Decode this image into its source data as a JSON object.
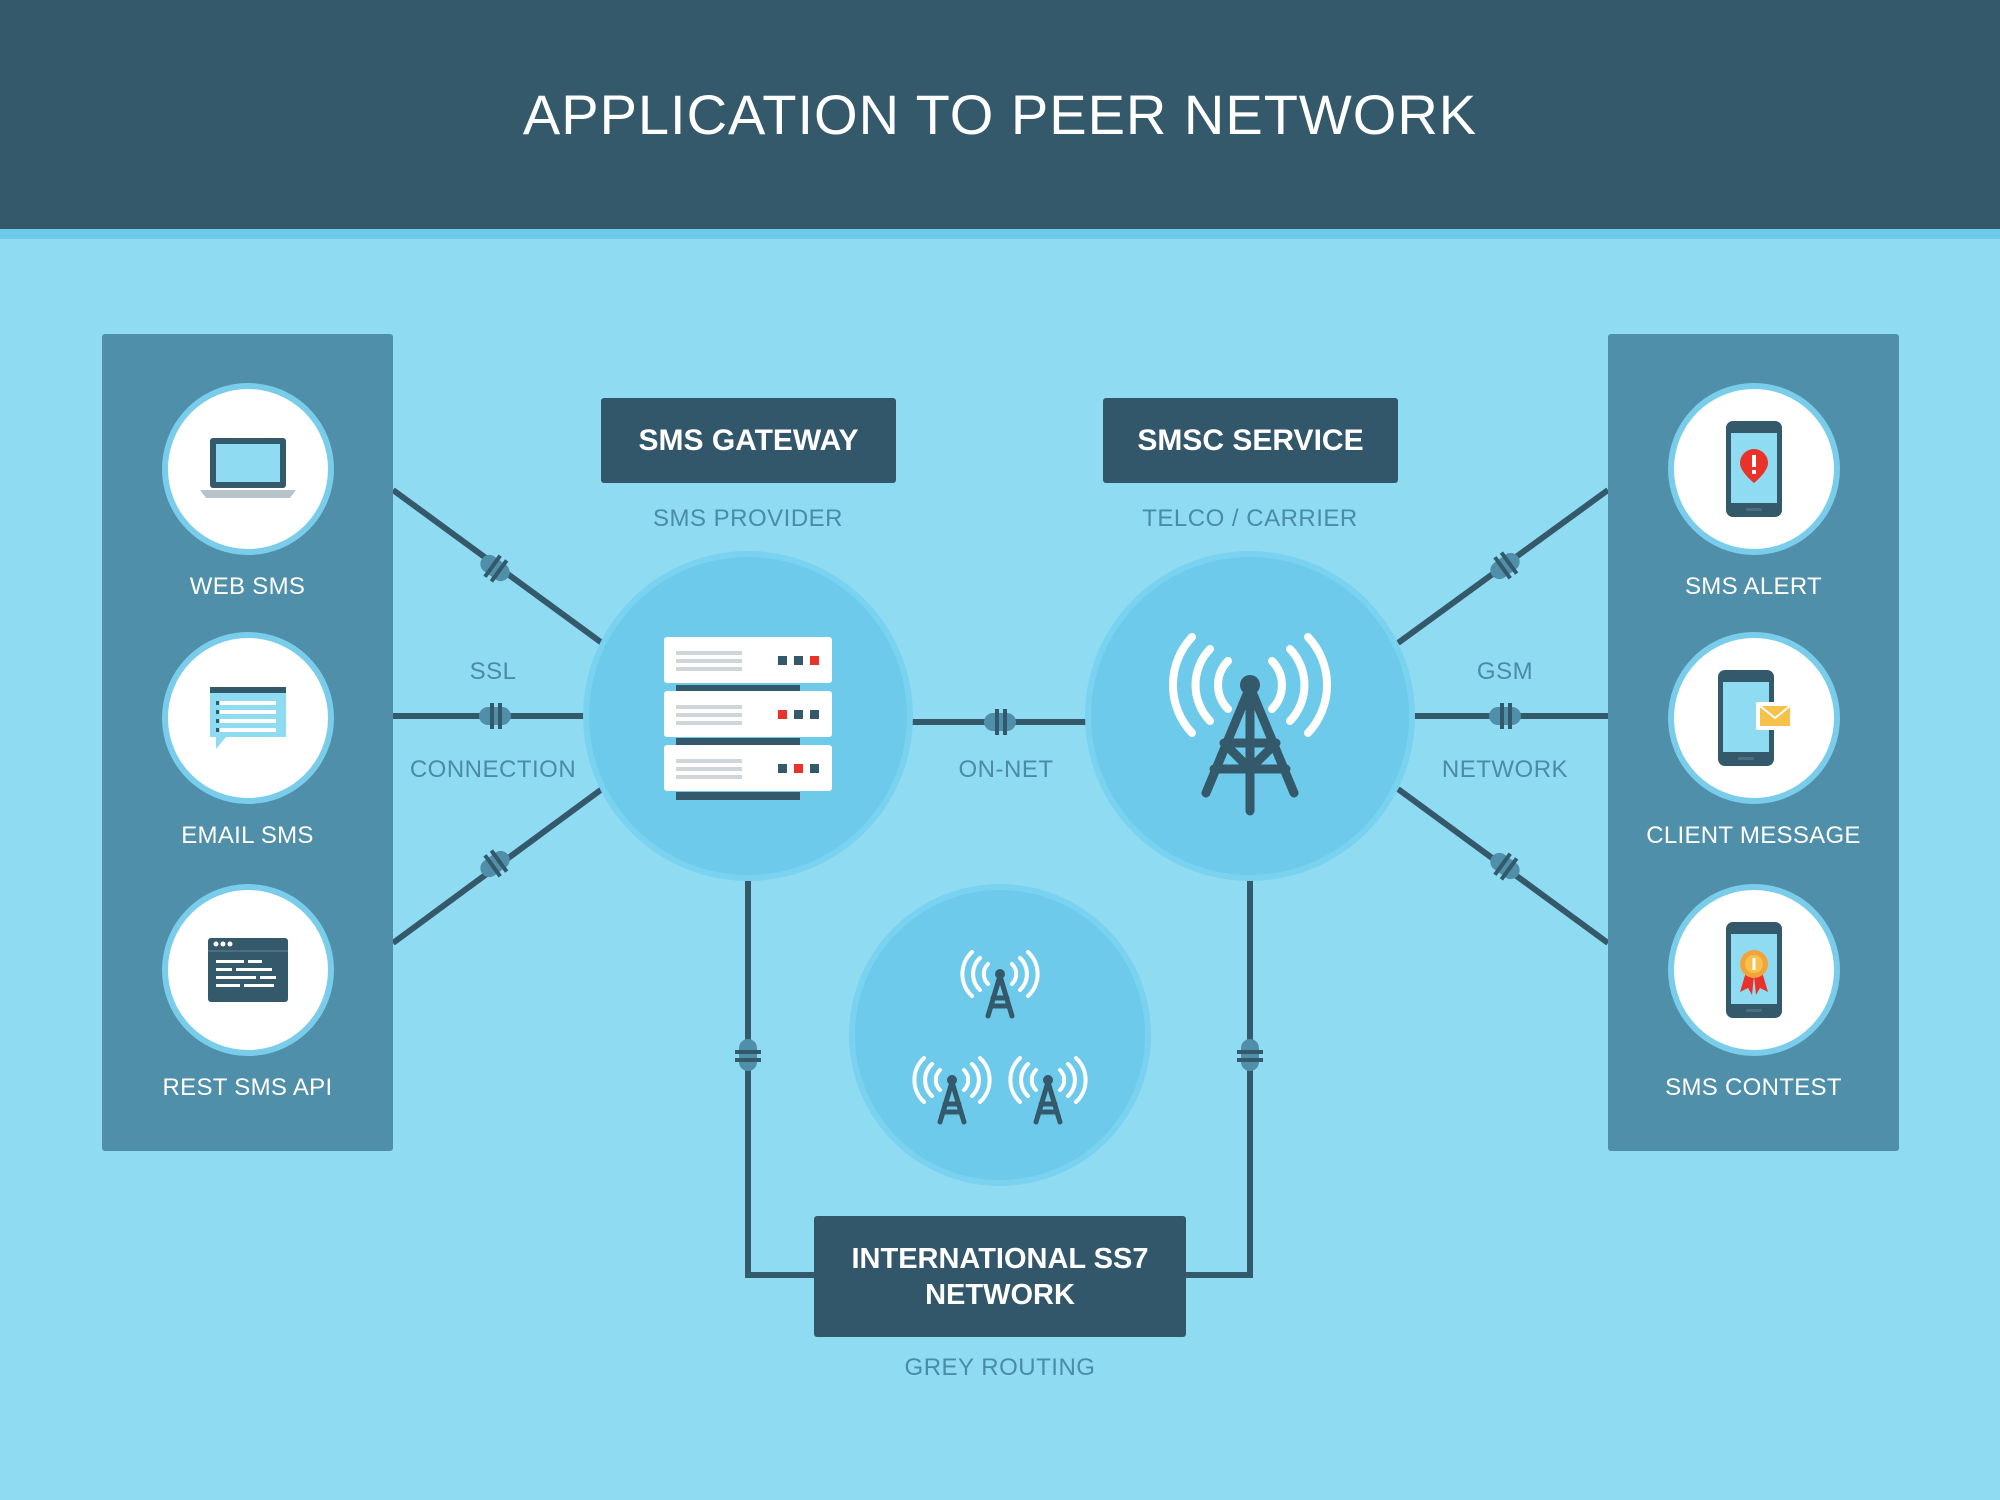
{
  "title": "APPLICATION TO PEER NETWORK",
  "left_panel": {
    "items": [
      {
        "label": "WEB SMS",
        "icon": "laptop-icon"
      },
      {
        "label": "EMAIL SMS",
        "icon": "chat-bubble-icon"
      },
      {
        "label": "REST SMS API",
        "icon": "browser-window-icon"
      }
    ]
  },
  "right_panel": {
    "items": [
      {
        "label": "SMS ALERT",
        "icon": "phone-alert-icon"
      },
      {
        "label": "CLIENT MESSAGE",
        "icon": "phone-message-icon"
      },
      {
        "label": "SMS CONTEST",
        "icon": "phone-award-icon"
      }
    ]
  },
  "gateway": {
    "title": "SMS GATEWAY",
    "subtitle": "SMS PROVIDER",
    "icon": "server-rack-icon"
  },
  "smsc": {
    "title": "SMSC SERVICE",
    "subtitle": "TELCO / CARRIER",
    "icon": "cell-tower-icon"
  },
  "ss7": {
    "title_line1": "INTERNATIONAL SS7",
    "title_line2": "NETWORK",
    "subtitle": "GREY ROUTING",
    "icon": "tower-cluster-icon"
  },
  "connections": {
    "left_top": "SSL",
    "left_bottom": "CONNECTION",
    "middle": "ON-NET",
    "right_top": "GSM",
    "right_bottom": "NETWORK"
  },
  "colors": {
    "background": "#8fdcf2",
    "header": "#34596b",
    "panel": "#4f8fa9",
    "dark": "#33576a",
    "hub": "#6ecaea",
    "alert_red": "#e8322a",
    "envelope_yellow": "#f6c24b",
    "award_orange": "#f2a43a"
  }
}
